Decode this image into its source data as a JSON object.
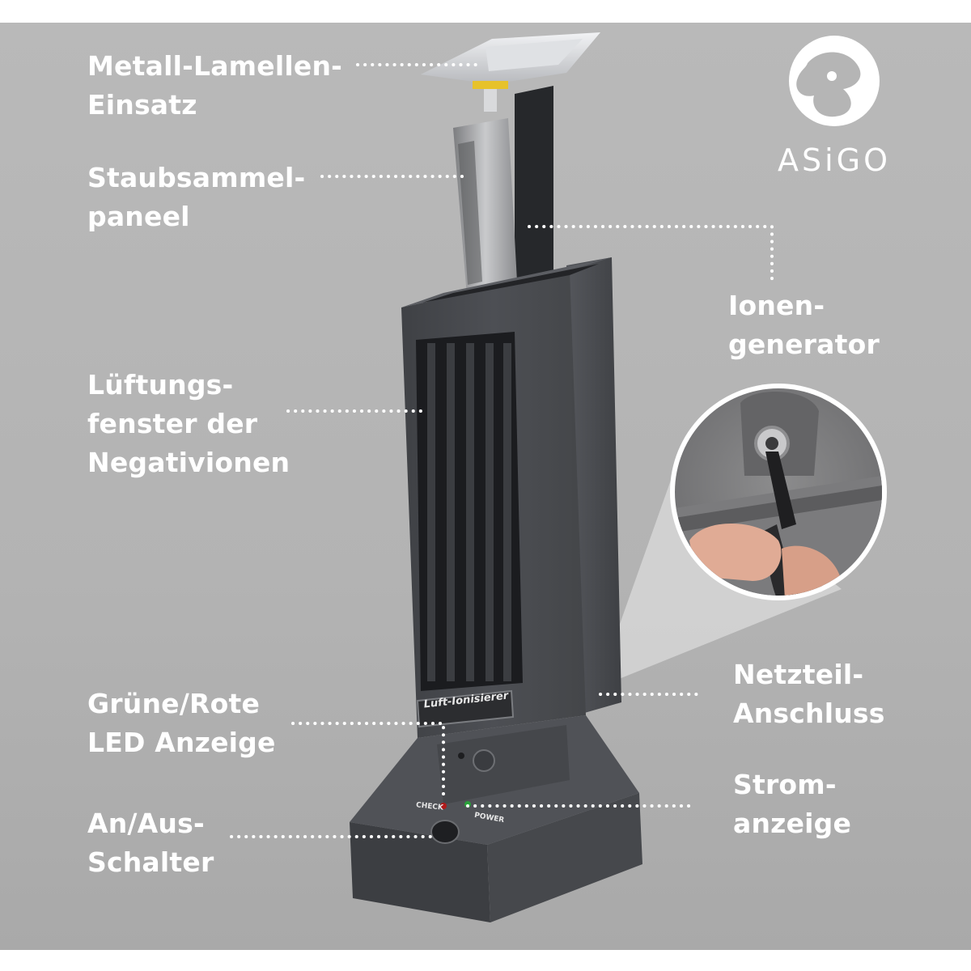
{
  "labels": {
    "metal_insert": [
      "Metall-Lamellen-",
      "Einsatz"
    ],
    "dust_panel": [
      "Staubsammel-",
      "paneel"
    ],
    "ion_generator": [
      "Ionen-",
      "generator"
    ],
    "ventilation": [
      "Lüftungs-",
      "fenster der",
      "Negativionen"
    ],
    "power_jack": [
      "Netzteil-",
      "Anschluss"
    ],
    "led_display": [
      "Grüne/Rote",
      "LED Anzeige"
    ],
    "power_indicator": [
      "Strom-",
      "anzeige"
    ],
    "switch": [
      "An/Aus-",
      "Schalter"
    ]
  },
  "brand": {
    "name": "ASiGO"
  },
  "device": {
    "badge": "Luft-Ionisierer",
    "check_label": "CHECK",
    "power_label": "POWER"
  },
  "colors": {
    "background": "#b5b5b5",
    "label_text": "#ffffff",
    "device_body": "#4a4c50",
    "led_red": "#b01a1a",
    "led_green": "#2aa23a"
  }
}
